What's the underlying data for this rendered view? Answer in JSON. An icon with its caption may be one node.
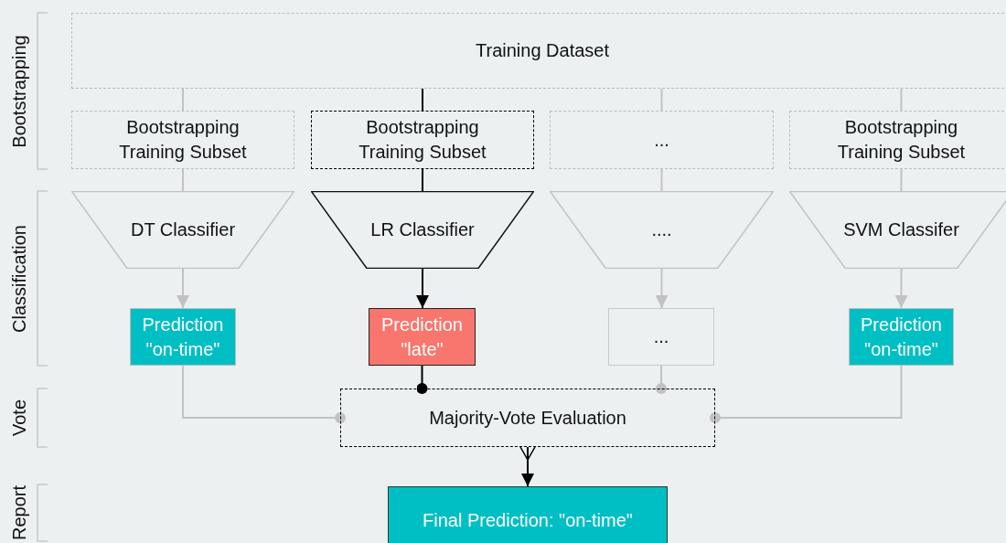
{
  "diagram": {
    "nodes": [
      {
        "text": [
          "Training Dataset"
        ]
      },
      {
        "text": [
          "Bootstrapping Training Subset"
        ]
      },
      {
        "text": [
          "Bootstrapping Training Subset"
        ]
      },
      {
        "text": [
          "..."
        ]
      },
      {
        "text": [
          "Bootstrapping Training Subset"
        ]
      },
      {
        "text": [
          "DT Classifier"
        ]
      },
      {
        "text": [
          "LR Classifier"
        ]
      },
      {
        "text": [
          "...."
        ]
      },
      {
        "text": [
          "SVM Classifer"
        ]
      },
      {
        "text": [
          "Prediction \"on-time\""
        ]
      },
      {
        "text": [
          "Prediction \"late\""
        ]
      },
      {
        "text": [
          "..."
        ]
      },
      {
        "text": [
          "Prediction \"on-time\""
        ]
      },
      {
        "text": [
          "Majority-Vote Evaluation"
        ]
      },
      {
        "text": [
          "Final Prediction: \"on-time\""
        ]
      }
    ],
    "edges": [
      {
        "from": 0,
        "to": 1,
        "arrow": "none"
      },
      {
        "from": 0,
        "to": 2,
        "arrow": "none",
        "color": "#000000"
      },
      {
        "from": 0,
        "to": 3,
        "arrow": "none"
      },
      {
        "from": 0,
        "to": 4,
        "arrow": "none"
      },
      {
        "from": 1,
        "to": 5,
        "arrow": "none"
      },
      {
        "from": 2,
        "to": 6,
        "arrow": "none",
        "color": "#000000"
      },
      {
        "from": 3,
        "to": 7,
        "arrow": "none"
      },
      {
        "from": 4,
        "to": 8,
        "arrow": "none"
      },
      {
        "from": 5,
        "to": 9,
        "arrow": "to"
      },
      {
        "from": 6,
        "to": 10,
        "arrow": "to",
        "color": "#000000"
      },
      {
        "from": 7,
        "to": 11,
        "arrow": "to"
      },
      {
        "from": 8,
        "to": 12,
        "arrow": "to"
      },
      {
        "from": 9,
        "to": 13,
        "arrow": "other"
      },
      {
        "from": 10,
        "to": 13,
        "arrow": "other",
        "color": "#000000"
      },
      {
        "from": 11,
        "to": 13,
        "arrow": "other"
      },
      {
        "from": 12,
        "to": 13,
        "arrow": "other"
      },
      {
        "from": 13,
        "to": 14,
        "arrow": "to",
        "color": "#000000"
      }
    ],
    "labels": [
      "Bootstrapping",
      "Classification",
      "Vote",
      "Report"
    ]
  }
}
